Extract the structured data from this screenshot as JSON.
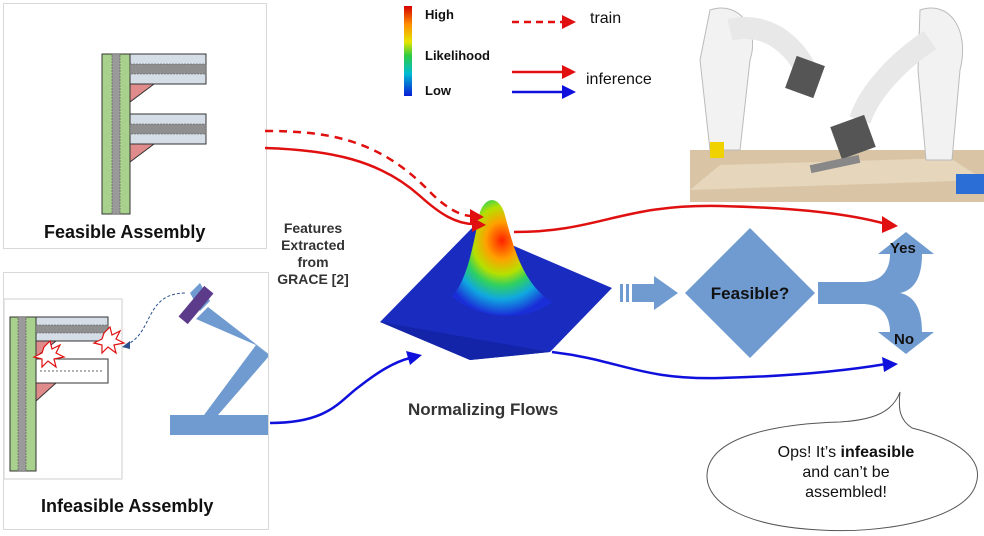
{
  "legend": {
    "high": "High",
    "likelihood": "Likelihood",
    "low": "Low",
    "train": "train",
    "inference": "inference"
  },
  "panels": {
    "feasible_caption": "Feasible Assembly",
    "infeasible_caption": "Infeasible Assembly"
  },
  "features": {
    "line1": "Features",
    "line2": "Extracted",
    "line3": "from",
    "line4": "GRACE [2]"
  },
  "flow": {
    "caption": "Normalizing Flows"
  },
  "decision": {
    "label": "Feasible?",
    "yes": "Yes",
    "no": "No"
  },
  "bubble": {
    "line1_prefix": "Ops! It’s ",
    "line1_bold": "infeasible",
    "line2": "and can’t be",
    "line3": "assembled!"
  },
  "colors": {
    "train_arrow": "#e01010",
    "inference_red": "#e01010",
    "inference_blue": "#1010dd",
    "block_blue": "#6f9bd0",
    "profile_green": "#a9d18e",
    "bracket_red": "#e08b8b"
  }
}
